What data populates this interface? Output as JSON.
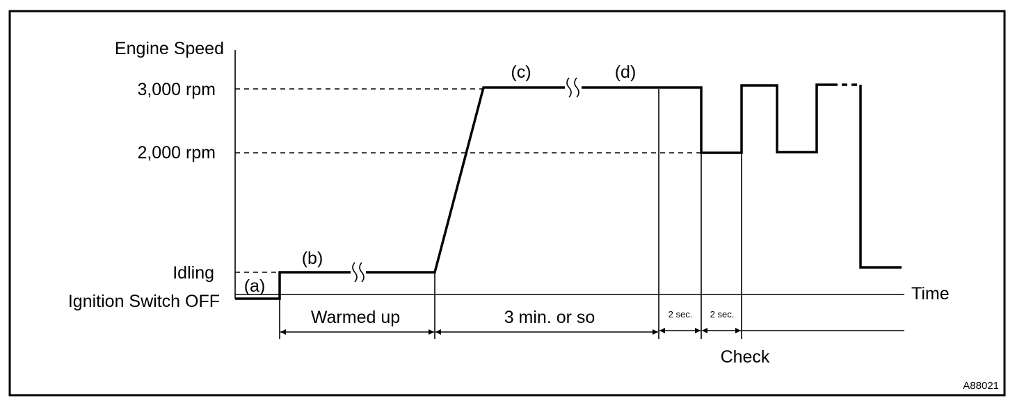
{
  "diagram": {
    "y_axis_title": "Engine Speed",
    "x_axis_title": "Time",
    "levels": {
      "rpm_3000": "3,000 rpm",
      "rpm_2000": "2,000 rpm",
      "idling": "Idling",
      "ignition_off": "Ignition Switch OFF"
    },
    "phase_labels": {
      "a": "(a)",
      "b": "(b)",
      "c": "(c)",
      "d": "(d)"
    },
    "intervals": {
      "warmed_up": "Warmed up",
      "three_min": "3 min. or so",
      "two_sec_1": "2 sec.",
      "two_sec_2": "2 sec.",
      "check": "Check"
    },
    "figure_ref": "A88021"
  }
}
